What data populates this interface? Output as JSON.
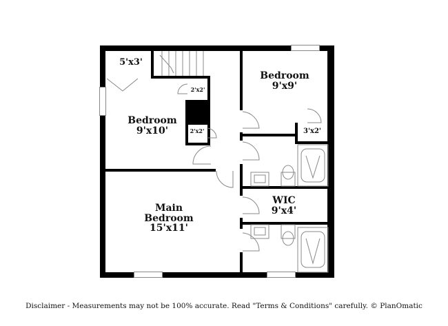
{
  "floorplan": {
    "rooms": [
      {
        "id": "closet-5x3",
        "name": "",
        "dims": "5'x3'"
      },
      {
        "id": "bedroom-2",
        "name": "Bedroom",
        "dims": "9'x10'"
      },
      {
        "id": "bedroom-3",
        "name": "Bedroom",
        "dims": "9'x9'"
      },
      {
        "id": "closet-2x2-a",
        "name": "",
        "dims": "2'x2'"
      },
      {
        "id": "closet-2x2-b",
        "name": "",
        "dims": "2'x2'"
      },
      {
        "id": "closet-3x2",
        "name": "",
        "dims": "3'x2'"
      },
      {
        "id": "wic",
        "name": "WIC",
        "dims": "9'x4'"
      },
      {
        "id": "main-bedroom",
        "name": "Main Bedroom",
        "name_line1": "Main",
        "name_line2": "Bedroom",
        "dims": "15'x11'"
      }
    ],
    "wall_color": "#000000",
    "fixture_color": "#888888"
  },
  "footer": {
    "disclaimer": "Disclaimer - Measurements may not be 100% accurate. Read \"Terms & Conditions\" carefully. © PlanOmatic"
  }
}
